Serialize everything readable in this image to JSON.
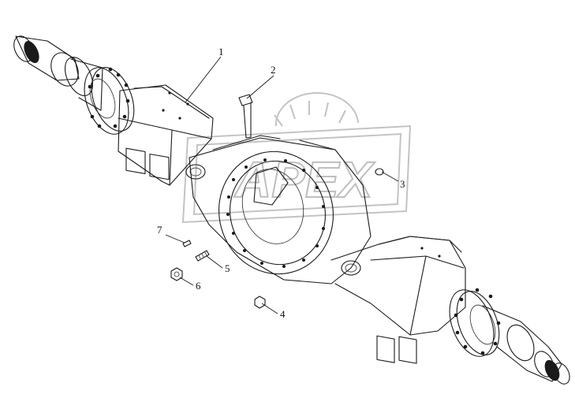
{
  "watermark": {
    "text": "APEX"
  },
  "callouts": [
    {
      "id": "1",
      "label": "1"
    },
    {
      "id": "2",
      "label": "2"
    },
    {
      "id": "3",
      "label": "3"
    },
    {
      "id": "4",
      "label": "4"
    },
    {
      "id": "5",
      "label": "5"
    },
    {
      "id": "6",
      "label": "6"
    },
    {
      "id": "7",
      "label": "7"
    }
  ],
  "colors": {
    "line": "#1a1a1a",
    "watermark": "#bdbdbd",
    "background": "#ffffff"
  }
}
